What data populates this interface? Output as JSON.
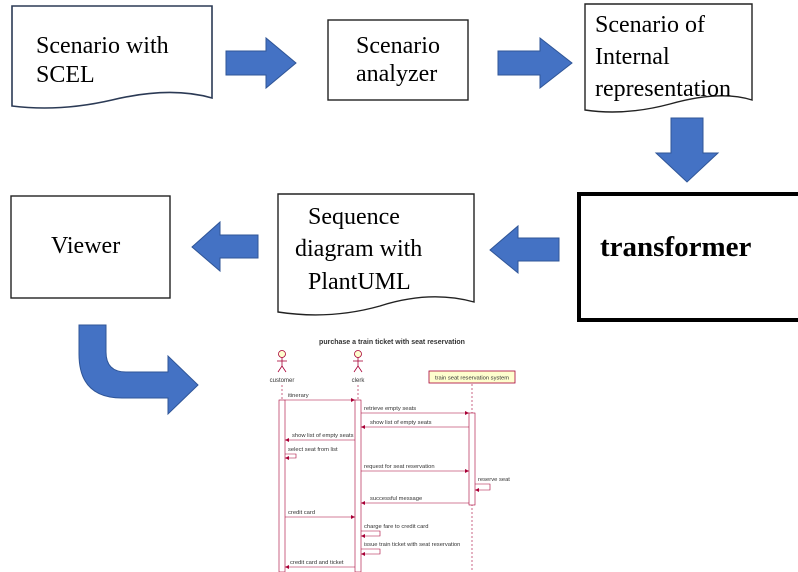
{
  "nodes": {
    "scel": {
      "lines": [
        "Scenario with",
        "SCEL"
      ]
    },
    "analyzer": {
      "lines": [
        "Scenario",
        "analyzer"
      ]
    },
    "internal": {
      "lines": [
        "Scenario of",
        "Internal",
        "representation"
      ]
    },
    "transformer": {
      "label": "transformer"
    },
    "plantuml": {
      "lines": [
        "Sequence",
        "diagram with",
        "PlantUML"
      ]
    },
    "viewer": {
      "label": "Viewer"
    }
  },
  "colors": {
    "arrow": "#4472C4",
    "arrow_stroke": "#2F5597",
    "seq_line": "#A80036"
  },
  "sequence": {
    "title": "purchase a train ticket with seat reservation",
    "actors": [
      "customer",
      "clerk"
    ],
    "system": "train seat reservation system",
    "messages": [
      "itinerary",
      "retrieve empty seats",
      "show list of empty seats",
      "show list of empty seats",
      "select seat from list",
      "request for seat reservation",
      "reserve seat",
      "successful message",
      "credit card",
      "charge fare to credit card",
      "issue train ticket with seat reservation",
      "credit card and ticket"
    ]
  }
}
